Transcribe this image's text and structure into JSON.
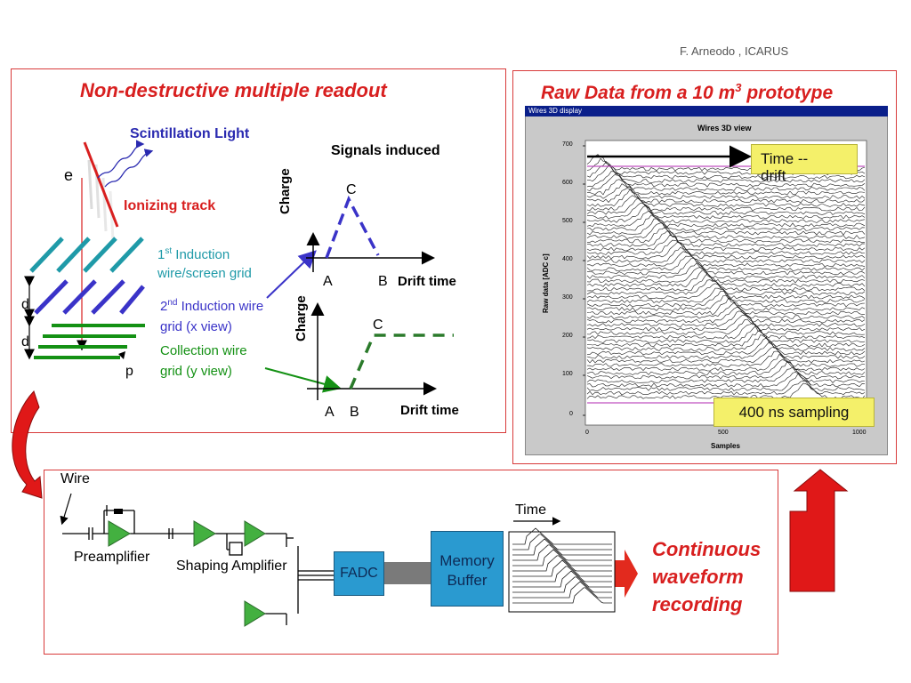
{
  "header": {
    "author": "F. Arneodo , ICARUS"
  },
  "left_panel": {
    "title": "Non-destructive multiple readout",
    "scintillation": "Scintillation Light",
    "electron": "e",
    "ionizing": "Ionizing track",
    "ind1_pre": "1",
    "ind1_sup": "st",
    "ind1_post": " Induction",
    "ind1_line2": "wire/screen grid",
    "ind2_pre": "2",
    "ind2_sup": "nd",
    "ind2_post": " Induction wire",
    "ind2_line2": "grid (x view)",
    "coll_line1": "Collection wire",
    "coll_line2": "grid (y view)",
    "d1": "d",
    "d2": "d",
    "p": "p",
    "signals_title": "Signals induced",
    "charge1": "Charge",
    "charge2": "Charge",
    "c1": "C",
    "a1": "A",
    "b1": "B",
    "drift1": "Drift time",
    "c2": "C",
    "a2": "A",
    "b2": "B",
    "drift2": "Drift time"
  },
  "right_panel": {
    "title_pre": "Raw Data from a 10 m",
    "title_sup": "3",
    "title_post": " prototype",
    "window_title": "Wires 3D display",
    "plot_title": "Wires 3D view",
    "yaxis": "Raw data [ADC c]",
    "xaxis": "Samples",
    "yticks": [
      "700",
      "600",
      "500",
      "400",
      "300",
      "200",
      "100",
      "0"
    ],
    "xticks": [
      "0",
      "500",
      "1000"
    ],
    "time_label_line1": "Time --",
    "time_label_line2": "drift",
    "sampling": "400 ns sampling"
  },
  "bottom_panel": {
    "wire": "Wire",
    "preamp": "Preamplifier",
    "shaping": "Shaping Amplifier",
    "fadc": "FADC",
    "memory_line1": "Memory",
    "memory_line2": "Buffer",
    "time": "Time",
    "recording_line1": "Continuous",
    "recording_line2": "waveform",
    "recording_line3": "recording"
  },
  "colors": {
    "accent_red": "#d81f1f",
    "teal": "#1f9aa8",
    "blue": "#3a33c8",
    "green": "#149114",
    "box_blue": "#2a9ad0"
  }
}
